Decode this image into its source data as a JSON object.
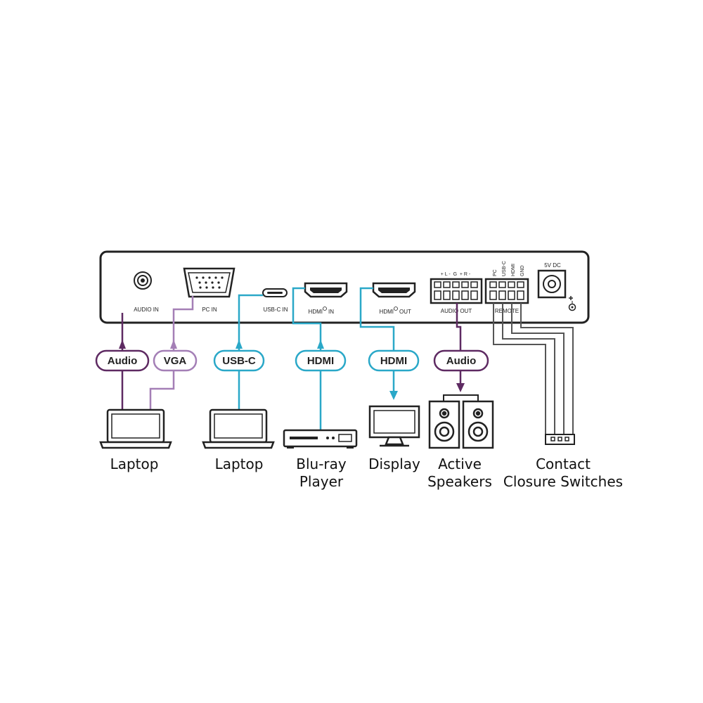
{
  "device": {
    "ports": {
      "audio_in": "AUDIO IN",
      "pc_in": "PC IN",
      "usbc_in": "USB-C IN",
      "hdmi_in": "HDMI",
      "hdmi_in_suffix": "IN",
      "hdmi_out": "HDMI",
      "hdmi_out_suffix": "OUT",
      "audio_out": "AUDIO OUT",
      "audio_out_pins": "+ L -  G  + R -",
      "remote": "REMOTE",
      "remote_pins": [
        "PC",
        "USB-C",
        "HDMI",
        "GND"
      ],
      "power": "5V DC"
    }
  },
  "connections": {
    "audio_in": "Audio",
    "vga": "VGA",
    "usbc": "USB-C",
    "hdmi_in": "HDMI",
    "hdmi_out": "HDMI",
    "audio_out": "Audio"
  },
  "devices": {
    "laptop_1": "Laptop",
    "laptop_2": "Laptop",
    "bluray_line1": "Blu-ray",
    "bluray_line2": "Player",
    "display": "Display",
    "speakers_line1": "Active",
    "speakers_line2": "Speakers",
    "switches_line1": "Contact",
    "switches_line2": "Closure Switches"
  },
  "colors": {
    "audio": "#5e2a62",
    "vga": "#a47fb6",
    "usbc": "#2aa8c8",
    "hdmi": "#2aa8c8",
    "remote": "#555555",
    "outline": "#222222"
  }
}
